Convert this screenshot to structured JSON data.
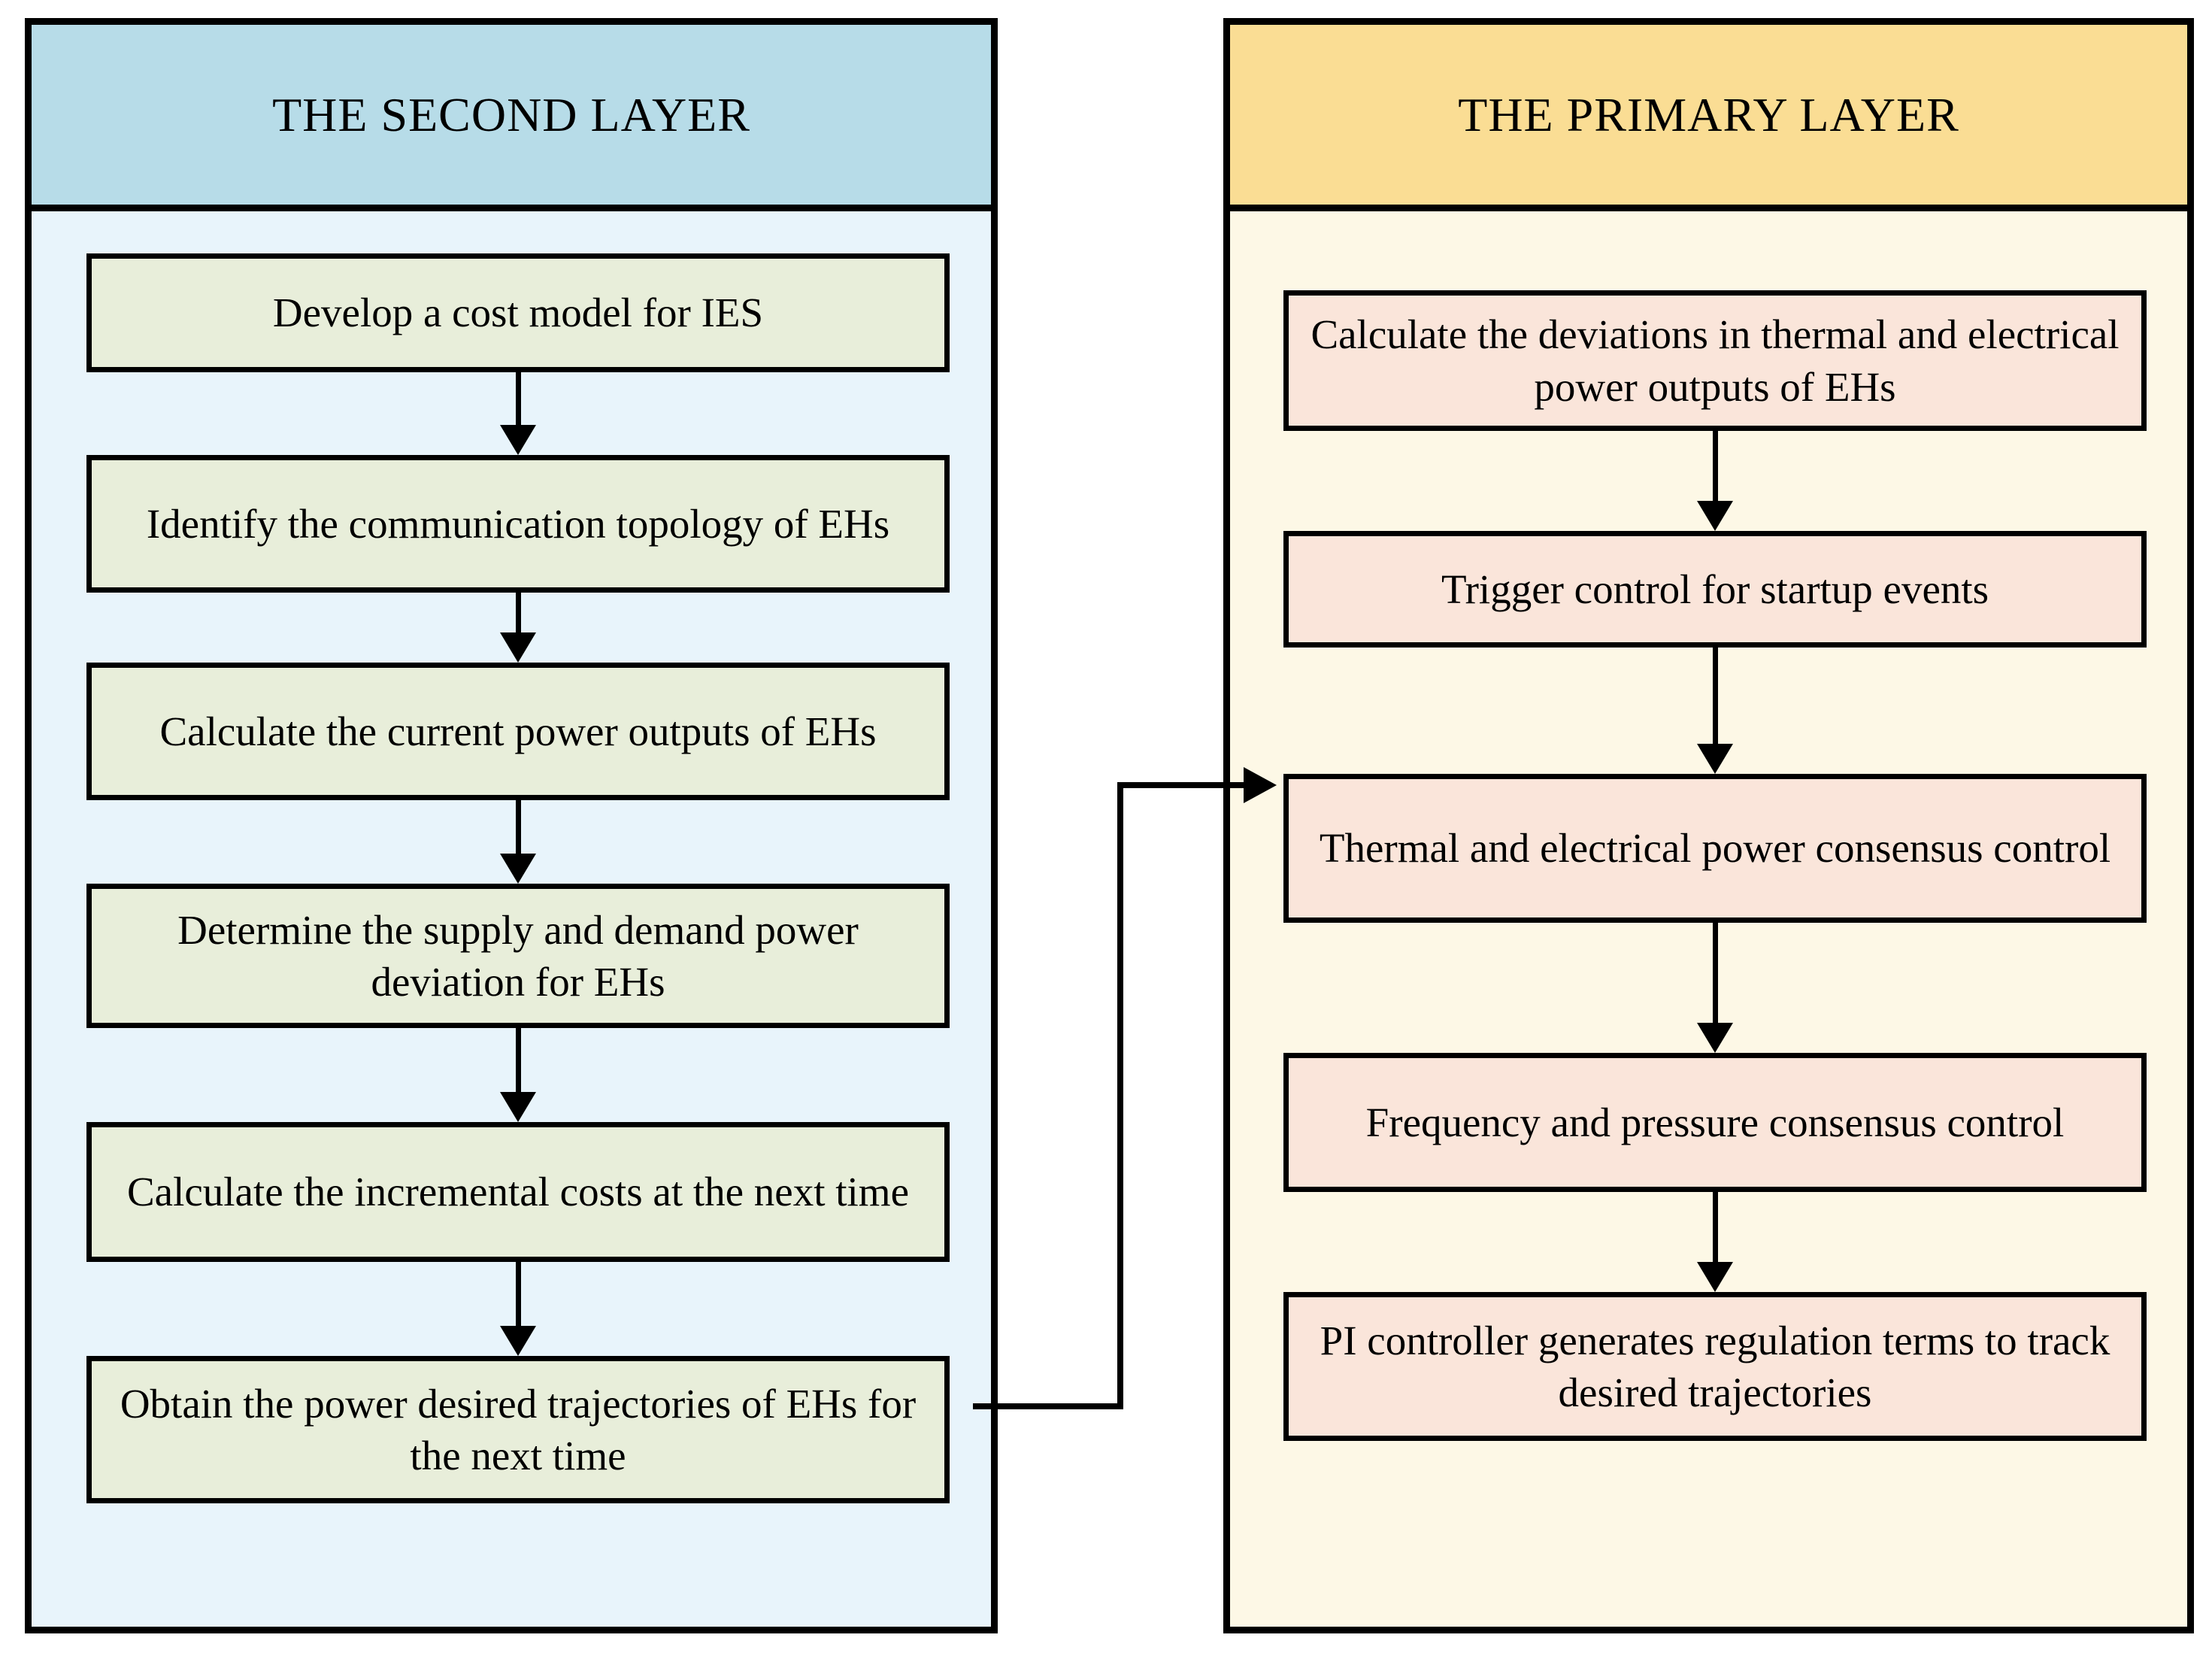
{
  "diagram": {
    "title_hidden": "",
    "colors": {
      "left_header_bg": "#b7dce8",
      "left_panel_bg": "#e8f4fb",
      "left_node_bg": "#e8eeda",
      "right_header_bg": "#fadd94",
      "right_panel_bg": "#fdf8e6",
      "right_node_bg": "#fae5da",
      "stroke": "#000000",
      "text": "#000000"
    }
  },
  "left_panel": {
    "header": "THE SECOND LAYER",
    "nodes": [
      {
        "id": "l1",
        "label": "Develop a cost model for IES"
      },
      {
        "id": "l2",
        "label": "Identify the communication topology of EHs"
      },
      {
        "id": "l3",
        "label": "Calculate the current power outputs of EHs"
      },
      {
        "id": "l4",
        "label": "Determine the supply and demand power deviation for EHs"
      },
      {
        "id": "l5",
        "label": "Calculate the incremental costs at the next time"
      },
      {
        "id": "l6",
        "label": "Obtain the power desired trajectories of EHs for the next time"
      }
    ]
  },
  "right_panel": {
    "header": "THE PRIMARY LAYER",
    "nodes": [
      {
        "id": "r1",
        "label": "Calculate the deviations in thermal and electrical power outputs of EHs"
      },
      {
        "id": "r2",
        "label": "Trigger control for startup events"
      },
      {
        "id": "r3",
        "label": "Thermal and electrical power consensus control"
      },
      {
        "id": "r4",
        "label": "Frequency and pressure consensus control"
      },
      {
        "id": "r5",
        "label": "PI controller generates regulation terms to track desired trajectories"
      }
    ]
  },
  "connectors": {
    "left_chain": [
      {
        "from": "l1",
        "to": "l2"
      },
      {
        "from": "l2",
        "to": "l3"
      },
      {
        "from": "l3",
        "to": "l4"
      },
      {
        "from": "l4",
        "to": "l5"
      },
      {
        "from": "l5",
        "to": "l6"
      }
    ],
    "right_chain": [
      {
        "from": "r1",
        "to": "r2"
      },
      {
        "from": "r2",
        "to": "r3"
      },
      {
        "from": "r3",
        "to": "r4"
      },
      {
        "from": "r4",
        "to": "r5"
      }
    ],
    "cross": {
      "from": "l6",
      "to": "r3",
      "style": "orthogonal-elbow",
      "arrow": "right"
    }
  }
}
